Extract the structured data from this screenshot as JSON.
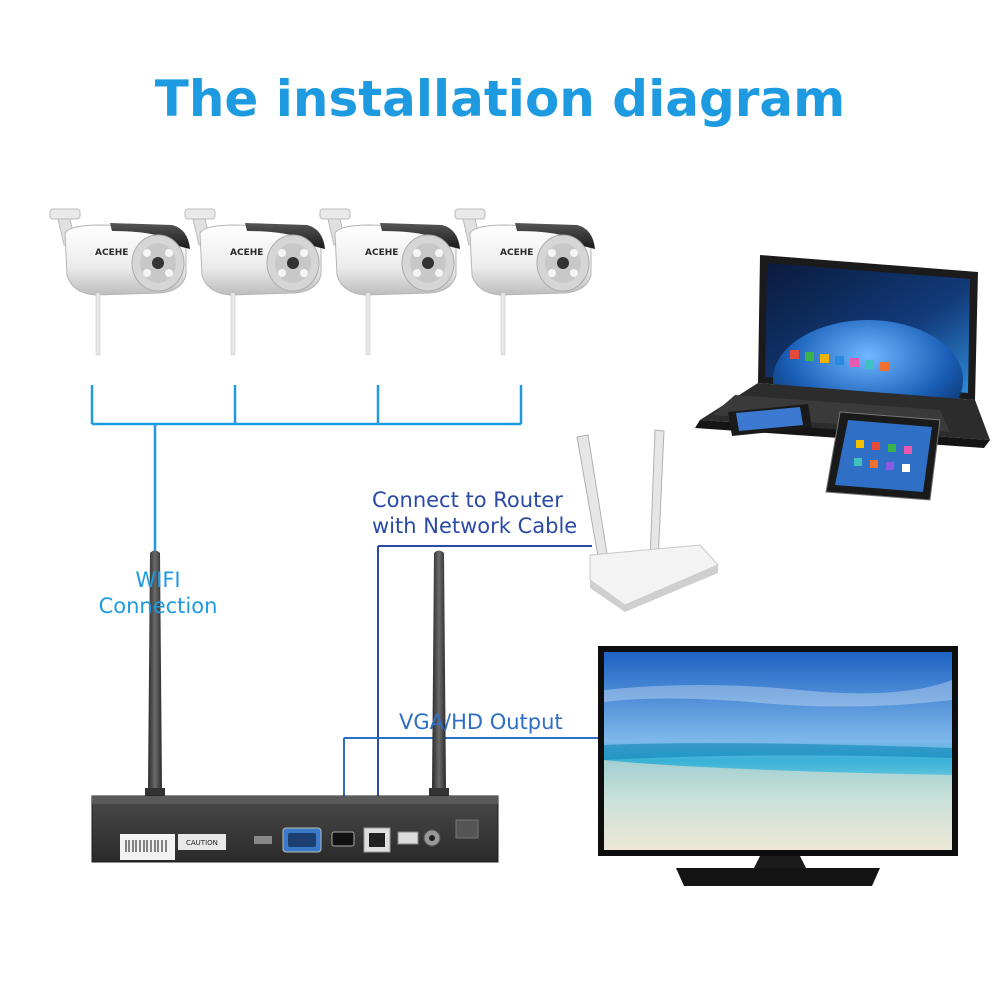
{
  "title": "The installation diagram",
  "labels": {
    "router_line1": "Connect to Router",
    "router_line2": "with Network Cable",
    "wifi_line1": "WIFI",
    "wifi_line2": "Connection",
    "vga": "VGA/HD Output"
  },
  "camera_brand": "ACEHE",
  "nvr": {
    "caution": "CAUTION"
  },
  "colors": {
    "title": "#1e9be0",
    "wifi_line": "#1e9be0",
    "router_cable": "#2a4aa6",
    "vga_cable": "#2d6fc4"
  }
}
